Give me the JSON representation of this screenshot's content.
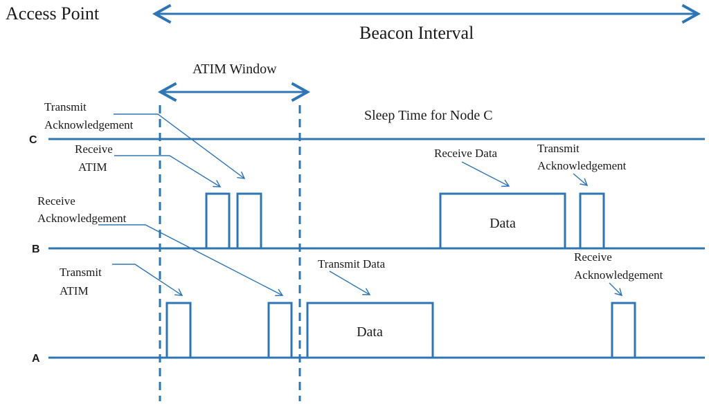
{
  "colors": {
    "line": "#2E75B6",
    "text": "#1a1a1a",
    "background": "#ffffff"
  },
  "header": {
    "access_point": "Access Point",
    "beacon_interval": "Beacon Interval",
    "atim_window": "ATIM Window",
    "sleep_time": "Sleep Time for Node C"
  },
  "nodes": {
    "c": "C",
    "b": "B",
    "a": "A"
  },
  "annotations": {
    "c_transmit_ack": [
      "Transmit",
      "Acknowledgement"
    ],
    "b_receive_atim": [
      "Receive",
      "ATIM"
    ],
    "b_receive_ack": [
      "Receive",
      "Acknowledgement"
    ],
    "a_transmit_atim": [
      "Transmit",
      "ATIM"
    ],
    "a_transmit_data": "Transmit Data",
    "b_receive_data": "Receive Data",
    "b_transmit_ack": [
      "Transmit",
      "Acknowledgement"
    ],
    "a_receive_ack": [
      "Receive",
      "Acknowledgement"
    ]
  },
  "data_labels": {
    "b_data": "Data",
    "a_data": "Data"
  }
}
